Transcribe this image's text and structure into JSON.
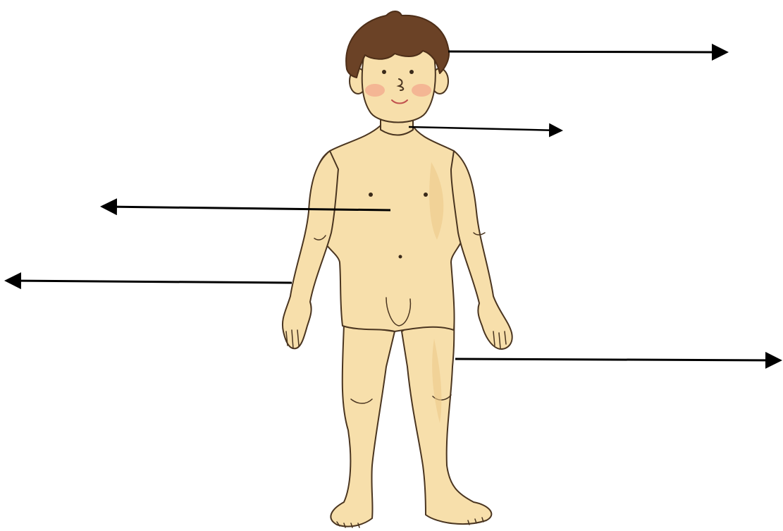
{
  "diagram": {
    "figure": "child-body",
    "pointers": [
      {
        "id": "head-pointer",
        "direction": "right"
      },
      {
        "id": "neck-pointer",
        "direction": "right"
      },
      {
        "id": "chest-pointer",
        "direction": "left"
      },
      {
        "id": "arm-pointer",
        "direction": "left"
      },
      {
        "id": "leg-pointer",
        "direction": "right"
      }
    ]
  },
  "colors": {
    "skin": "#f7dfab",
    "skin_shadow": "#ecc98a",
    "outline": "#4a3520",
    "hair": "#6b4226",
    "hair_dark": "#4d2e18",
    "cheek": "#f2a48a",
    "arrow": "#000000",
    "background": "#ffffff"
  }
}
